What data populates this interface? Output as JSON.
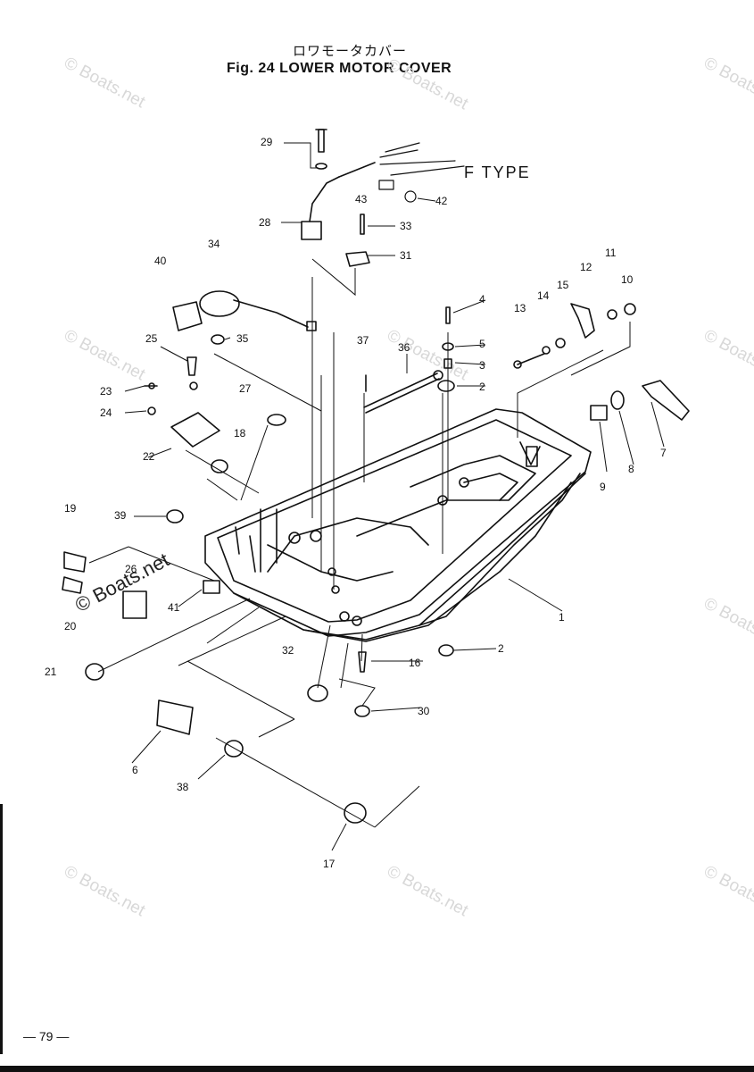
{
  "header": {
    "title_jp": "ロワモータカバー",
    "title": "Fig. 24   LOWER MOTOR COVER"
  },
  "variant_label": "F TYPE",
  "page_number": "— 79 —",
  "watermark": "© Boats.net",
  "callouts": {
    "1": "1",
    "2": "2",
    "2b": "2",
    "3": "3",
    "4": "4",
    "5": "5",
    "6": "6",
    "7": "7",
    "8": "8",
    "9": "9",
    "10": "10",
    "11": "11",
    "12": "12",
    "13": "13",
    "14": "14",
    "15": "15",
    "16": "16",
    "17": "17",
    "18": "18",
    "19": "19",
    "20": "20",
    "21": "21",
    "22": "22",
    "23": "23",
    "24": "24",
    "25": "25",
    "26": "26",
    "27": "27",
    "28": "28",
    "29": "29",
    "30": "30",
    "31": "31",
    "32": "32",
    "33": "33",
    "34": "34",
    "35": "35",
    "36": "36",
    "37": "37",
    "38": "38",
    "39": "39",
    "40": "40",
    "41": "41",
    "42": "42",
    "43": "43"
  }
}
